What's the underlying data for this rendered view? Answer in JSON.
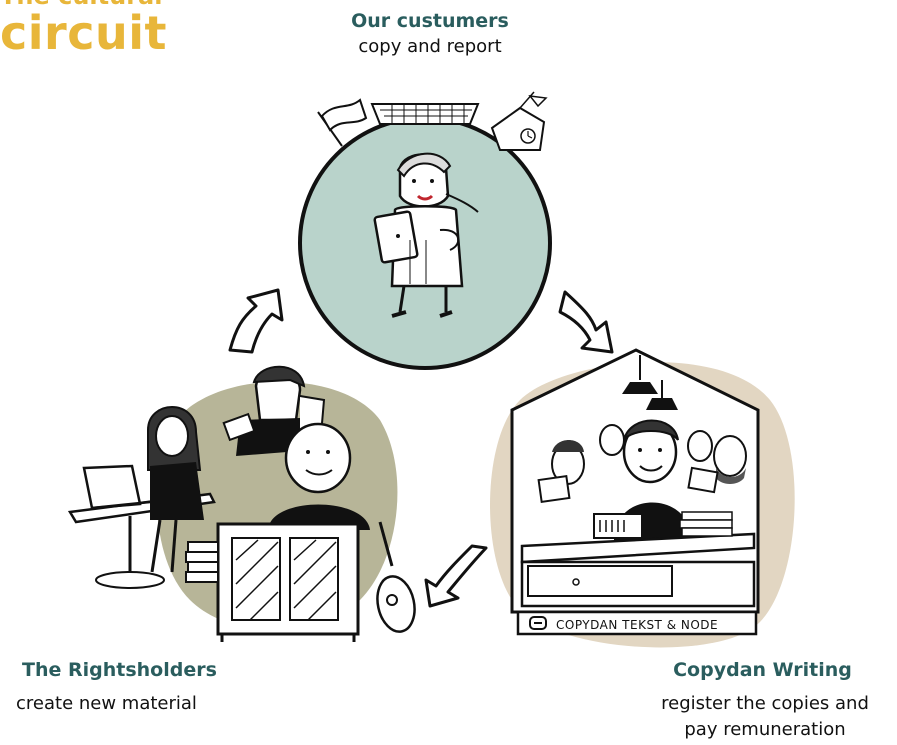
{
  "title": {
    "top_line": "The cultural",
    "main": "circuit"
  },
  "nodes": {
    "customers": {
      "heading": "Our custumers",
      "text": "copy and report"
    },
    "rightsholders": {
      "heading": "The Rightsholders",
      "text": "create new material"
    },
    "copydan": {
      "heading": "Copydan Writing",
      "text_line1": "register the copies and",
      "text_line2": "pay remuneration",
      "sign": "COPYDAN TEKST & NODE"
    }
  },
  "colors": {
    "title": "#e8b63a",
    "heading": "#2a5d5e",
    "customers_circle": "#b9d3cb",
    "rightsholders_blob": "#b7b598",
    "copydan_blob": "#e2d6c2"
  }
}
